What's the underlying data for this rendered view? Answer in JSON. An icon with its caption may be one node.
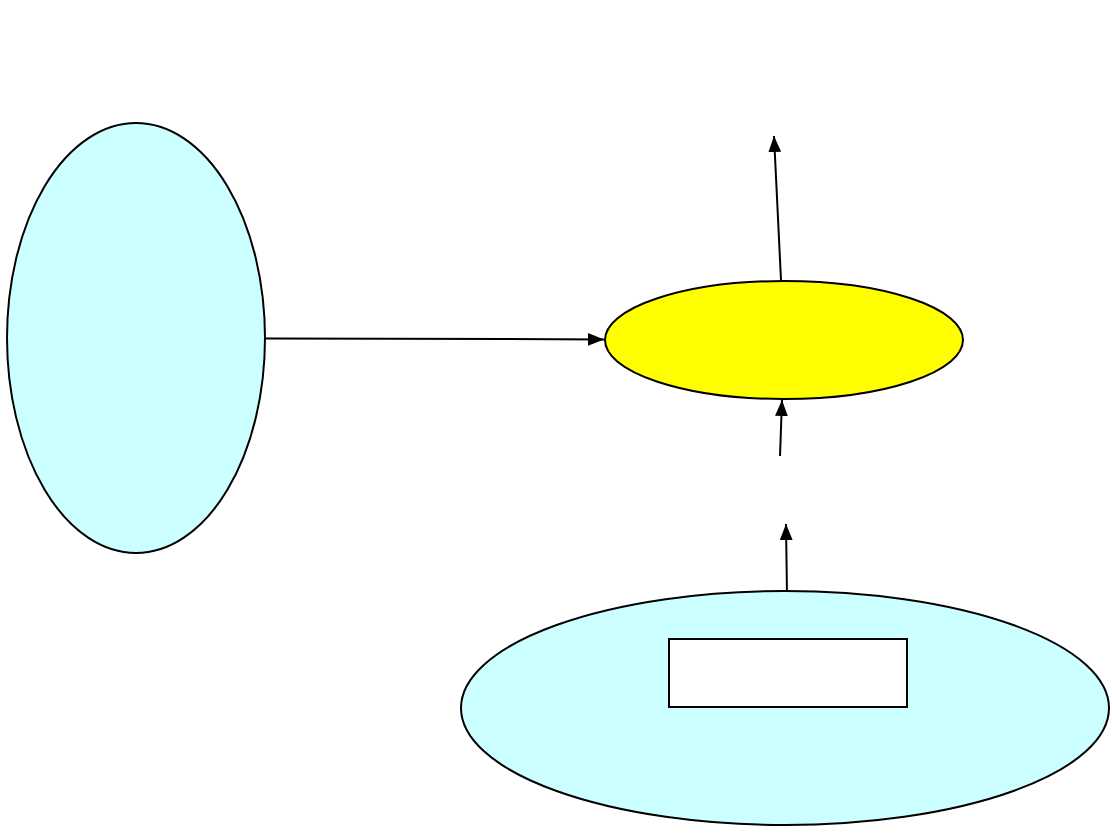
{
  "diagram": {
    "nodes": [
      {
        "text": [],
        "shape": "ellipse"
      },
      {
        "text": [],
        "shape": "ellipse"
      },
      {
        "text": [],
        "shape": "ellipse"
      },
      {
        "text": [],
        "shape": "box",
        "in": 2
      }
    ],
    "edges": [
      {
        "from": 0,
        "to": 1,
        "arrow": "to"
      },
      {
        "from": 1,
        "to": null,
        "arrow": "to"
      },
      {
        "from": null,
        "to": 1,
        "arrow": "to"
      },
      {
        "from": 3,
        "to": null,
        "arrow": "to"
      }
    ]
  }
}
